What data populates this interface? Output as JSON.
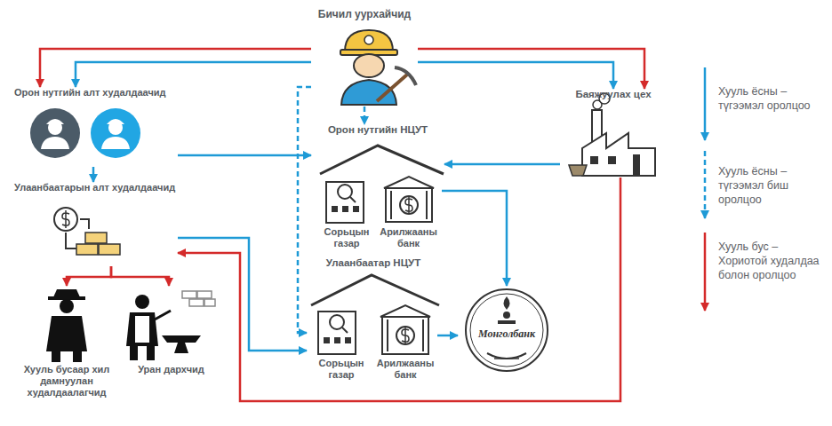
{
  "diagram": {
    "nodes": [
      {
        "text": [
          "Бичил уурхайчид"
        ]
      },
      {
        "text": [
          "Орон нутгийн алт худалдаачид"
        ]
      },
      {
        "text": [
          "Баяжуулах цех"
        ]
      },
      {
        "text": [
          "Орон нутгийн НЦУТ"
        ]
      },
      {
        "text": [
          "Сорьцын газар"
        ],
        "in": 3
      },
      {
        "text": [
          "Арилжааны банк"
        ],
        "in": 3
      },
      {
        "text": [
          "Улаанбаатарын алт худалдаачид"
        ]
      },
      {
        "text": [
          "Улаанбаатар НЦУТ"
        ]
      },
      {
        "text": [
          "Сорьцын газар"
        ],
        "in": 7
      },
      {
        "text": [
          "Арилжааны банк"
        ],
        "in": 7
      },
      {
        "text": [
          "Монголбанк"
        ]
      },
      {
        "text": [
          "Хууль бусаар хил дамнуулан худалдаалагчид"
        ]
      },
      {
        "text": [
          "Уран дархчид"
        ]
      }
    ],
    "edges": [
      {
        "from": 0,
        "to": 1,
        "arrow": "to"
      },
      {
        "from": 0,
        "to": 1,
        "arrow": "to"
      },
      {
        "from": 0,
        "to": 2,
        "arrow": "to"
      },
      {
        "from": 0,
        "to": 2,
        "arrow": "to"
      },
      {
        "from": 0,
        "to": 3,
        "arrow": "to"
      },
      {
        "from": 0,
        "to": 7,
        "arrow": "to"
      },
      {
        "from": 1,
        "to": 6,
        "arrow": "to"
      },
      {
        "from": 1,
        "to": 3,
        "arrow": "to"
      },
      {
        "from": 2,
        "to": 3,
        "arrow": "to"
      },
      {
        "from": 5,
        "to": 10,
        "arrow": "to"
      },
      {
        "from": 6,
        "to": 7,
        "arrow": "to"
      },
      {
        "from": 9,
        "to": 10,
        "arrow": "to"
      },
      {
        "from": 2,
        "to": 6,
        "arrow": "to"
      },
      {
        "from": 6,
        "to": 11,
        "arrow": "to"
      },
      {
        "from": 6,
        "to": 12,
        "arrow": "to"
      }
    ],
    "legend": [
      {
        "text": "Хууль ёсны – түгээмэл оролцоо"
      },
      {
        "text": "Хууль ёсны – түгээмэл биш оролцоо"
      },
      {
        "text": "Хууль бус – Хориотой худалдаа болон оролцоо"
      }
    ]
  }
}
